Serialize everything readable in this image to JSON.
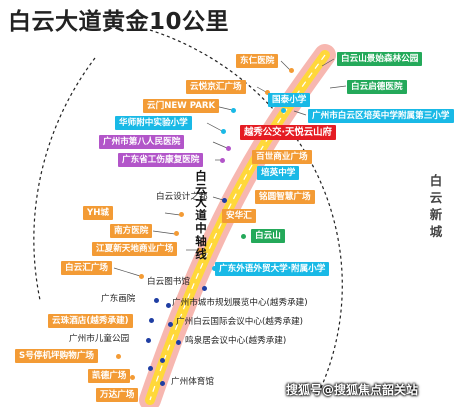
{
  "title": "白云大道黄金10公里",
  "axis_label": "白云大道中轴线",
  "district_label": "白云新城",
  "watermark": "搜狐号@搜狐焦点韶关站",
  "colors": {
    "orange": "#f39b35",
    "purple": "#b255c9",
    "cyan": "#19b9e6",
    "green": "#24a95a",
    "red": "#e51c23",
    "navy": "#1f3ea3",
    "road_outer": "#f7b7b0",
    "road_inner": "#ffd83a",
    "road_dash": "#ffffff",
    "ring": "#222222"
  },
  "places": {
    "dongren_hospital": "东仁医院",
    "baiyunshan_forest_park": "白云山景始森林公园",
    "yunyue_jinghui_plaza": "云悦京汇广场",
    "baiyun_qide_school": "白云启德医院",
    "guotai_primary": "国泰小学",
    "yunmen_new_park": "云门NEW PARK",
    "baiyun_peiying_third": "广州市白云区培英中学附属第三小学",
    "huashi_experimental": "华师附中实验小学",
    "yuexiu_tianyue": "越秀公交·天悦云山府",
    "no8_hospital": "广州市第八人民医院",
    "baishi_plaza": "百世商业广场",
    "gongshang_hospital": "广东省工伤康复医院",
    "peiying_middle": "培英中学",
    "baiyun_design": "白云设计之都",
    "mingyuan_plaza": "铭圆智慧广场",
    "yh_city": "YH城",
    "anhua_hui": "安华汇",
    "nanfang_hospital": "南方医院",
    "baiyun_mountain": "白云山",
    "jiangnan_plaza": "江夏新天地商业广场",
    "gdufs_affiliated": "广东外语外贸大学·附属小学",
    "baiyun_hui_plaza": "白云汇广场",
    "baiyun_library": "白云图书馆",
    "guangdong_painting": "广东画院",
    "planning_center": "广州市城市规划展览中心(越秀承建)",
    "yunzhu_hotel": "云珠酒店(越秀承建)",
    "international_conference": "广州白云国际会议中心(越秀承建)",
    "childrens_park": "广州市儿童公园",
    "mingquan_conference": "鸣泉居会议中心(越秀承建)",
    "s5_mall": "S号停机坪购物广场",
    "kaide_plaza": "凯德广场",
    "guangzhou_gym": "广州体育馆",
    "wanda_plaza": "万达广场"
  }
}
